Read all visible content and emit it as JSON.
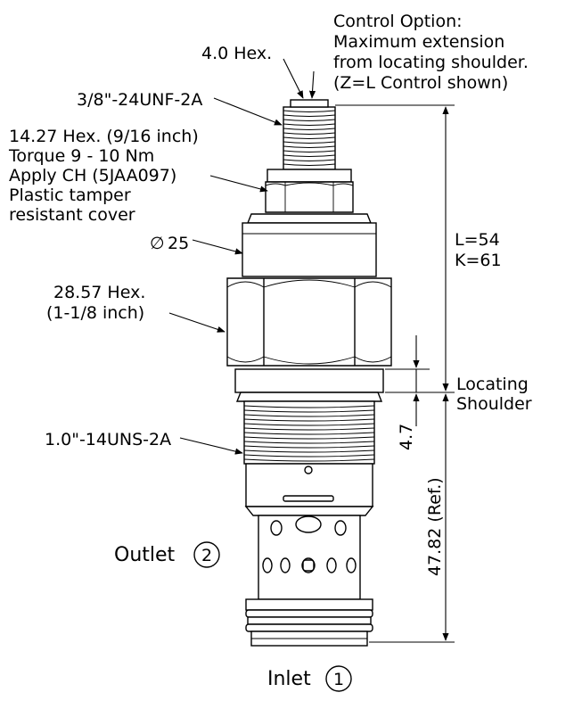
{
  "labels": {
    "control_option_line1": "Control Option:",
    "control_option_line2": "Maximum extension",
    "control_option_line3": "from locating shoulder.",
    "control_option_line4": "(Z=L Control shown)",
    "hex_4": "4.0 Hex.",
    "thread_top": "3/8\"-24UNF-2A",
    "hex_1427_line1": "14.27 Hex. (9/16 inch)",
    "hex_1427_line2": "Torque 9 - 10 Nm",
    "hex_1427_line3": "Apply CH (5JAA097)",
    "hex_1427_line4": "Plastic tamper",
    "hex_1427_line5": "resistant cover",
    "diameter_symbol": "∅",
    "diameter_value": "25",
    "hex_2857_line1": "28.57 Hex.",
    "hex_2857_line2": "(1-1/8 inch)",
    "thread_main": "1.0\"-14UNS-2A",
    "length_l": "L=54",
    "length_k": "K=61",
    "locating_line1": "Locating",
    "locating_line2": "Shoulder",
    "dim_47": "4.7",
    "dim_4782": "47.82 (Ref.)",
    "outlet_label": "Outlet",
    "outlet_port": "2",
    "inlet_label": "Inlet",
    "inlet_port": "1"
  },
  "colors": {
    "line": "#000000",
    "background": "#ffffff"
  }
}
